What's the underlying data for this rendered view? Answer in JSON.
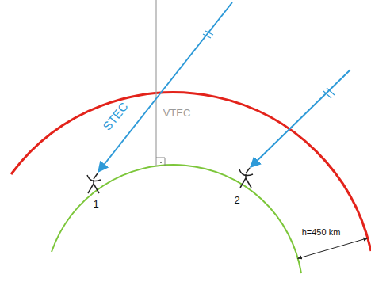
{
  "diagram": {
    "labels": [
      "STEC",
      "VTEC",
      "1",
      "2",
      "h=450 km"
    ]
  }
}
